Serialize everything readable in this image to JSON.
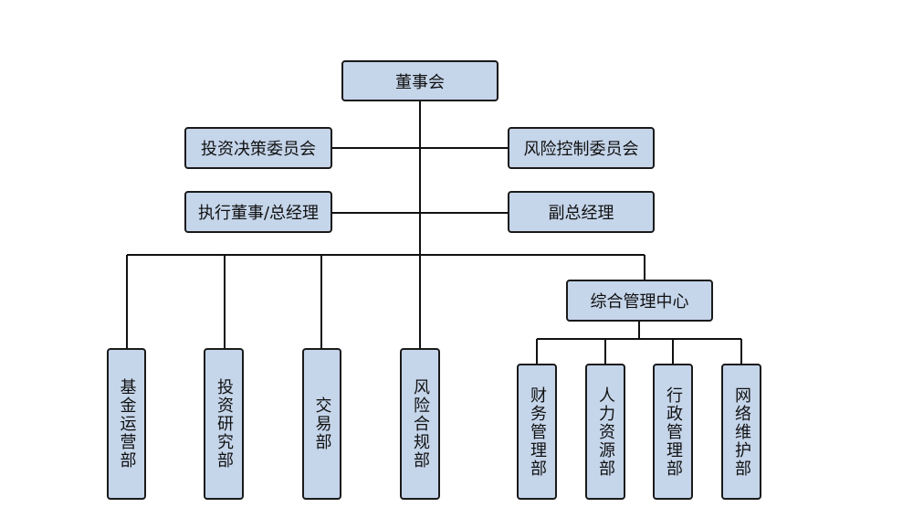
{
  "org": {
    "board": "董事会",
    "invest_committee": "投资决策委员会",
    "risk_committee": "风险控制委员会",
    "executive": "执行董事/总经理",
    "deputy_gm": "副总经理",
    "fund_ops": "基金运营部",
    "research": "投资研究部",
    "trading": "交易部",
    "compliance": "风险合规部",
    "admin_center": "综合管理中心",
    "finance": "财务管理部",
    "hr": "人力资源部",
    "admin": "行政管理部",
    "it": "网络维护部"
  },
  "colors": {
    "box_fill": "#c5d5ea",
    "border": "#1a1a1a",
    "line": "#111111"
  }
}
